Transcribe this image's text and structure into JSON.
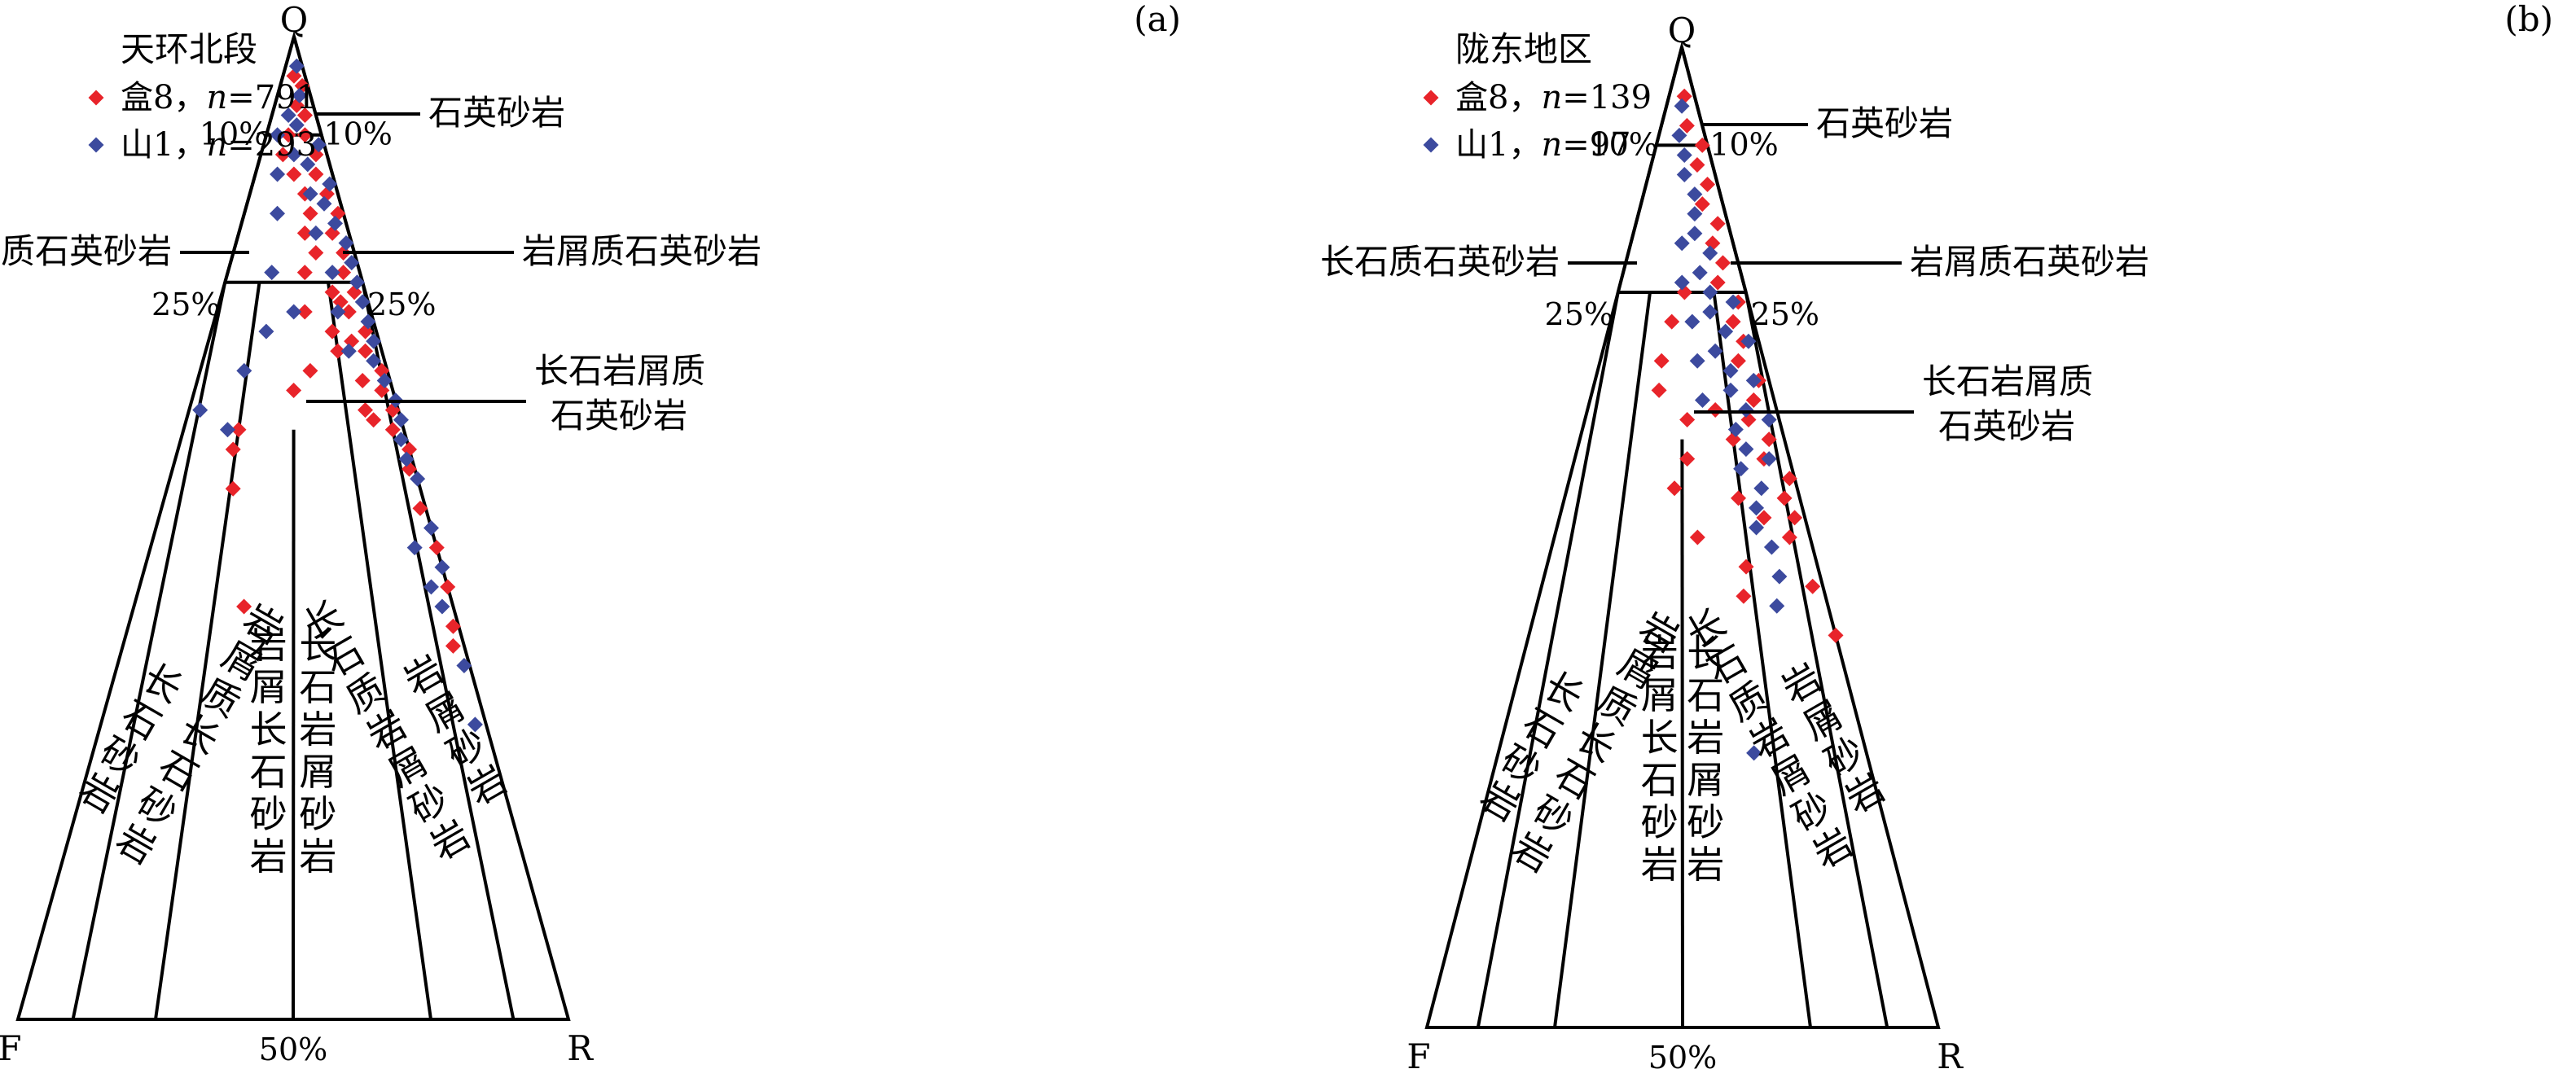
{
  "chart_data": [
    {
      "type": "ternary_scatter",
      "panel_label": "(a)",
      "vertices": {
        "top": "Q",
        "left": "F",
        "right": "R"
      },
      "bottom_tick": "50%",
      "legend_title": "天环北段",
      "series": [
        {
          "name": "盒8",
          "n_label": "n",
          "n_value": "=791",
          "color": "#e8242a",
          "count": 791
        },
        {
          "name": "山1",
          "n_label": "n",
          "n_value": "=293",
          "color": "#3c4a9e",
          "count": 293
        }
      ],
      "percent_labels": {
        "q90_left": "10%",
        "q90_right": "10%",
        "q75_left": "25%",
        "q75_right": "25%"
      },
      "field_labels": {
        "quartz_sandstone": "石英砂岩",
        "feldspathic_quartz_sandstone": "长石质石英砂岩",
        "lithic_quartz_sandstone": "岩屑质石英砂岩",
        "feldspathic_lithic_quartz_sandstone_1": "长石岩屑质",
        "feldspathic_lithic_quartz_sandstone_2": "石英砂岩",
        "arkose": "长石砂岩",
        "lithic_arkose": "岩屑质长石砂岩",
        "lithic_feldspar_sandstone": "岩屑长石砂岩",
        "feldspathic_lithic_sandstone": "长石岩屑砂岩",
        "feldspathic_litharenite": "长石质岩屑砂岩",
        "litharenite": "岩屑砂岩"
      },
      "points_approx": {
        "盒8": [
          [
            0.96,
            0.02,
            0.02
          ],
          [
            0.95,
            0.01,
            0.04
          ],
          [
            0.93,
            0.03,
            0.04
          ],
          [
            0.92,
            0.02,
            0.06
          ],
          [
            0.9,
            0.03,
            0.07
          ],
          [
            0.88,
            0.02,
            0.1
          ],
          [
            0.86,
            0.03,
            0.11
          ],
          [
            0.84,
            0.02,
            0.14
          ],
          [
            0.82,
            0.01,
            0.17
          ],
          [
            0.8,
            0.03,
            0.17
          ],
          [
            0.78,
            0.02,
            0.2
          ],
          [
            0.76,
            0.03,
            0.21
          ],
          [
            0.74,
            0.02,
            0.24
          ],
          [
            0.72,
            0.04,
            0.24
          ],
          [
            0.7,
            0.02,
            0.28
          ],
          [
            0.68,
            0.03,
            0.29
          ],
          [
            0.66,
            0.01,
            0.33
          ],
          [
            0.64,
            0.02,
            0.34
          ],
          [
            0.62,
            0.01,
            0.37
          ],
          [
            0.6,
            0.02,
            0.38
          ],
          [
            0.58,
            0.0,
            0.42
          ],
          [
            0.56,
            0.01,
            0.43
          ],
          [
            0.52,
            0.01,
            0.47
          ],
          [
            0.48,
            0.0,
            0.52
          ],
          [
            0.44,
            0.0,
            0.56
          ],
          [
            0.4,
            0.01,
            0.59
          ],
          [
            0.76,
            0.1,
            0.14
          ],
          [
            0.72,
            0.12,
            0.16
          ],
          [
            0.7,
            0.08,
            0.22
          ],
          [
            0.66,
            0.14,
            0.2
          ],
          [
            0.64,
            0.18,
            0.18
          ],
          [
            0.6,
            0.3,
            0.1
          ],
          [
            0.58,
            0.32,
            0.1
          ],
          [
            0.54,
            0.34,
            0.12
          ],
          [
            0.42,
            0.38,
            0.2
          ],
          [
            0.38,
            0.02,
            0.6
          ],
          [
            0.88,
            0.08,
            0.04
          ],
          [
            0.84,
            0.06,
            0.1
          ],
          [
            0.8,
            0.08,
            0.12
          ],
          [
            0.74,
            0.06,
            0.2
          ],
          [
            0.68,
            0.08,
            0.24
          ],
          [
            0.62,
            0.06,
            0.32
          ],
          [
            0.9,
            0.06,
            0.04
          ],
          [
            0.86,
            0.07,
            0.07
          ],
          [
            0.82,
            0.06,
            0.12
          ],
          [
            0.78,
            0.07,
            0.15
          ],
          [
            0.73,
            0.05,
            0.22
          ],
          [
            0.69,
            0.05,
            0.26
          ],
          [
            0.65,
            0.05,
            0.3
          ],
          [
            0.61,
            0.05,
            0.34
          ]
        ],
        "山1": [
          [
            0.97,
            0.01,
            0.02
          ],
          [
            0.94,
            0.02,
            0.04
          ],
          [
            0.91,
            0.04,
            0.05
          ],
          [
            0.89,
            0.01,
            0.1
          ],
          [
            0.87,
            0.04,
            0.09
          ],
          [
            0.85,
            0.01,
            0.14
          ],
          [
            0.83,
            0.03,
            0.14
          ],
          [
            0.81,
            0.02,
            0.17
          ],
          [
            0.79,
            0.01,
            0.2
          ],
          [
            0.77,
            0.01,
            0.22
          ],
          [
            0.75,
            0.01,
            0.24
          ],
          [
            0.73,
            0.01,
            0.26
          ],
          [
            0.71,
            0.01,
            0.28
          ],
          [
            0.69,
            0.01,
            0.3
          ],
          [
            0.67,
            0.02,
            0.31
          ],
          [
            0.65,
            0.01,
            0.34
          ],
          [
            0.63,
            0.0,
            0.37
          ],
          [
            0.61,
            0.0,
            0.39
          ],
          [
            0.59,
            0.01,
            0.4
          ],
          [
            0.57,
            0.01,
            0.42
          ],
          [
            0.55,
            0.0,
            0.45
          ],
          [
            0.5,
            0.0,
            0.5
          ],
          [
            0.46,
            0.0,
            0.54
          ],
          [
            0.42,
            0.02,
            0.56
          ],
          [
            0.36,
            0.01,
            0.63
          ],
          [
            0.3,
            0.02,
            0.68
          ],
          [
            0.9,
            0.08,
            0.02
          ],
          [
            0.86,
            0.1,
            0.04
          ],
          [
            0.82,
            0.12,
            0.06
          ],
          [
            0.76,
            0.16,
            0.08
          ],
          [
            0.72,
            0.14,
            0.14
          ],
          [
            0.7,
            0.2,
            0.1
          ],
          [
            0.66,
            0.26,
            0.08
          ],
          [
            0.6,
            0.32,
            0.08
          ],
          [
            0.62,
            0.36,
            0.02
          ],
          [
            0.48,
            0.04,
            0.48
          ],
          [
            0.44,
            0.03,
            0.53
          ],
          [
            0.92,
            0.05,
            0.03
          ],
          [
            0.88,
            0.06,
            0.06
          ],
          [
            0.84,
            0.05,
            0.11
          ],
          [
            0.8,
            0.06,
            0.14
          ],
          [
            0.76,
            0.05,
            0.19
          ],
          [
            0.72,
            0.06,
            0.22
          ],
          [
            0.68,
            0.06,
            0.26
          ]
        ]
      }
    },
    {
      "type": "ternary_scatter",
      "panel_label": "(b)",
      "vertices": {
        "top": "Q",
        "left": "F",
        "right": "R"
      },
      "bottom_tick": "50%",
      "legend_title": "陇东地区",
      "series": [
        {
          "name": "盒8",
          "n_label": "n",
          "n_value": "=139",
          "color": "#e8242a",
          "count": 139
        },
        {
          "name": "山1",
          "n_label": "n",
          "n_value": "=97",
          "color": "#3c4a9e",
          "count": 97
        }
      ],
      "percent_labels": {
        "q90_left": "10%",
        "q90_right": "10%",
        "q75_left": "25%",
        "q75_right": "25%"
      },
      "field_labels": {
        "quartz_sandstone": "石英砂岩",
        "feldspathic_quartz_sandstone": "长石质石英砂岩",
        "lithic_quartz_sandstone": "岩屑质石英砂岩",
        "feldspathic_lithic_quartz_sandstone_1": "长石岩屑质",
        "feldspathic_lithic_quartz_sandstone_2": "石英砂岩",
        "arkose": "长石砂岩",
        "lithic_arkose": "岩屑质长石砂岩",
        "lithic_feldspar_sandstone": "岩屑长石砂岩",
        "feldspathic_lithic_sandstone": "长石岩屑砂岩",
        "feldspathic_litharenite": "长石质岩屑砂岩",
        "litharenite": "岩屑砂岩"
      },
      "points_approx": {
        "盒8": [
          [
            0.95,
            0.02,
            0.03
          ],
          [
            0.92,
            0.03,
            0.05
          ],
          [
            0.9,
            0.01,
            0.09
          ],
          [
            0.88,
            0.03,
            0.09
          ],
          [
            0.86,
            0.02,
            0.12
          ],
          [
            0.84,
            0.04,
            0.12
          ],
          [
            0.82,
            0.02,
            0.16
          ],
          [
            0.8,
            0.04,
            0.16
          ],
          [
            0.78,
            0.03,
            0.19
          ],
          [
            0.76,
            0.05,
            0.19
          ],
          [
            0.74,
            0.02,
            0.24
          ],
          [
            0.72,
            0.04,
            0.24
          ],
          [
            0.7,
            0.03,
            0.27
          ],
          [
            0.68,
            0.05,
            0.27
          ],
          [
            0.66,
            0.02,
            0.32
          ],
          [
            0.64,
            0.04,
            0.32
          ],
          [
            0.62,
            0.06,
            0.32
          ],
          [
            0.6,
            0.03,
            0.37
          ],
          [
            0.58,
            0.05,
            0.37
          ],
          [
            0.56,
            0.01,
            0.43
          ],
          [
            0.54,
            0.03,
            0.43
          ],
          [
            0.52,
            0.02,
            0.46
          ],
          [
            0.5,
            0.04,
            0.46
          ],
          [
            0.45,
            0.02,
            0.53
          ],
          [
            0.4,
            0.0,
            0.6
          ],
          [
            0.75,
            0.12,
            0.13
          ],
          [
            0.72,
            0.16,
            0.12
          ],
          [
            0.68,
            0.2,
            0.12
          ],
          [
            0.65,
            0.22,
            0.13
          ],
          [
            0.62,
            0.18,
            0.2
          ],
          [
            0.58,
            0.2,
            0.22
          ],
          [
            0.55,
            0.24,
            0.21
          ],
          [
            0.5,
            0.22,
            0.28
          ],
          [
            0.54,
            0.12,
            0.34
          ],
          [
            0.47,
            0.14,
            0.39
          ],
          [
            0.44,
            0.16,
            0.4
          ],
          [
            0.6,
            0.1,
            0.3
          ],
          [
            0.52,
            0.08,
            0.4
          ],
          [
            0.63,
            0.12,
            0.25
          ]
        ],
        "山1": [
          [
            0.94,
            0.03,
            0.03
          ],
          [
            0.91,
            0.05,
            0.04
          ],
          [
            0.89,
            0.05,
            0.06
          ],
          [
            0.87,
            0.06,
            0.07
          ],
          [
            0.85,
            0.05,
            0.1
          ],
          [
            0.83,
            0.06,
            0.11
          ],
          [
            0.81,
            0.07,
            0.12
          ],
          [
            0.79,
            0.05,
            0.16
          ],
          [
            0.77,
            0.08,
            0.15
          ],
          [
            0.75,
            0.07,
            0.18
          ],
          [
            0.73,
            0.08,
            0.19
          ],
          [
            0.71,
            0.06,
            0.23
          ],
          [
            0.69,
            0.09,
            0.22
          ],
          [
            0.67,
            0.07,
            0.26
          ],
          [
            0.65,
            0.08,
            0.27
          ],
          [
            0.63,
            0.06,
            0.31
          ],
          [
            0.61,
            0.09,
            0.3
          ],
          [
            0.59,
            0.08,
            0.33
          ],
          [
            0.57,
            0.1,
            0.33
          ],
          [
            0.55,
            0.07,
            0.38
          ],
          [
            0.53,
            0.09,
            0.38
          ],
          [
            0.51,
            0.1,
            0.39
          ],
          [
            0.49,
            0.08,
            0.43
          ],
          [
            0.46,
            0.08,
            0.46
          ],
          [
            0.43,
            0.1,
            0.47
          ],
          [
            0.28,
            0.22,
            0.5
          ],
          [
            0.74,
            0.03,
            0.23
          ],
          [
            0.7,
            0.02,
            0.28
          ],
          [
            0.66,
            0.03,
            0.31
          ],
          [
            0.62,
            0.02,
            0.36
          ],
          [
            0.58,
            0.04,
            0.38
          ],
          [
            0.8,
            0.1,
            0.1
          ],
          [
            0.76,
            0.12,
            0.12
          ],
          [
            0.72,
            0.12,
            0.16
          ],
          [
            0.68,
            0.13,
            0.19
          ],
          [
            0.64,
            0.14,
            0.22
          ]
        ]
      }
    }
  ]
}
